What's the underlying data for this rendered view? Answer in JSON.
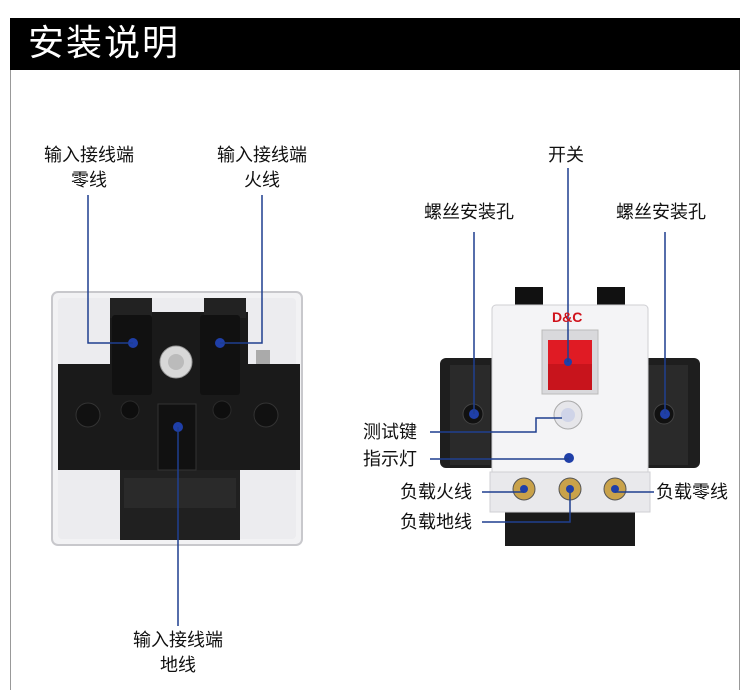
{
  "header": {
    "title": "安装说明"
  },
  "left_device": {
    "labels": {
      "neutral_input_1": "输入接线端",
      "neutral_input_2": "零线",
      "live_input_1": "输入接线端",
      "live_input_2": "火线",
      "ground_input_1": "输入接线端",
      "ground_input_2": "地线"
    }
  },
  "right_device": {
    "brand": "D&C",
    "labels": {
      "switch": "开关",
      "screw_hole_left": "螺丝安装孔",
      "screw_hole_right": "螺丝安装孔",
      "test_key": "测试键",
      "indicator": "指示灯",
      "load_live": "负载火线",
      "load_neutral": "负载零线",
      "load_ground": "负载地线"
    }
  },
  "colors": {
    "header_bg": "#000000",
    "leader": "#1f3f8f",
    "switch_red": "#e01b24",
    "dot_blue": "#1f3fa8"
  }
}
